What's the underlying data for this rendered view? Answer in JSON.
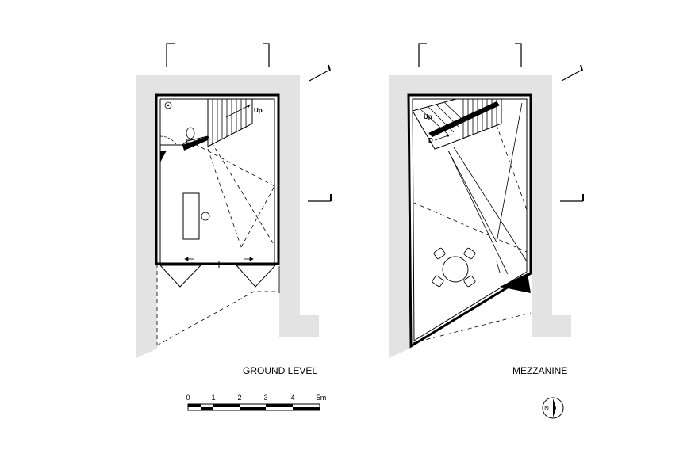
{
  "plans": [
    {
      "title": "GROUND LEVEL",
      "stair_label": "Up"
    },
    {
      "title": "MEZZANINE",
      "stair_labels": [
        "Up",
        "D"
      ]
    }
  ],
  "scale_bar": {
    "ticks": [
      "0",
      "1",
      "2",
      "3",
      "4",
      "5m"
    ]
  },
  "north_arrow": {
    "label": "N"
  },
  "colors": {
    "wall_fill": "#e3e3e3",
    "line": "#000000",
    "background": "#ffffff"
  }
}
